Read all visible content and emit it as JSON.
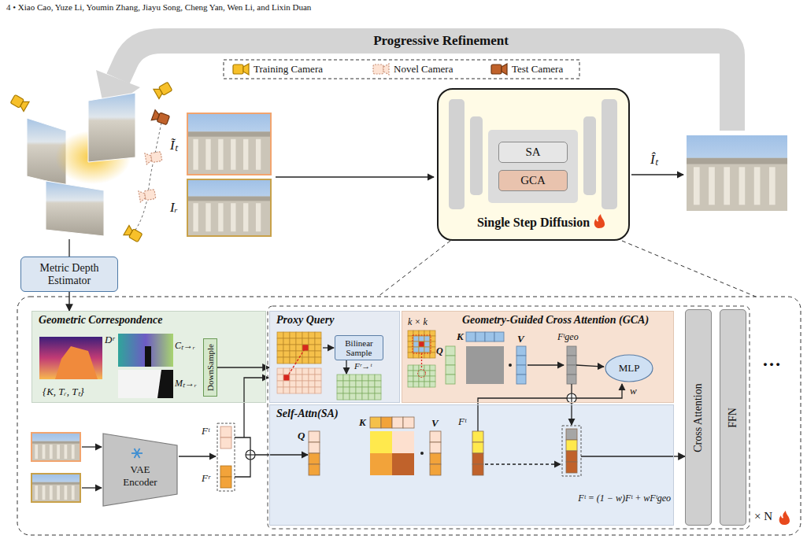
{
  "diagram": {
    "nodes": [
      {
        "text": [
          "Single Step Diffusion"
        ]
      },
      {
        "text": [
          "SA"
        ],
        "in": 0
      },
      {
        "text": [
          "GCA"
        ],
        "in": 0
      },
      {
        "text": [
          "Metric Depth Estimator"
        ]
      },
      {
        "text": [
          "Geometric Correspondence"
        ]
      },
      {
        "text": [
          "DownSample"
        ],
        "in": 4
      },
      {
        "text": [
          "Proxy Query"
        ]
      },
      {
        "text": [
          "Bilinear Sample"
        ],
        "in": 6
      },
      {
        "text": [
          "Geometry-Guided Cross Attention (GCA)"
        ]
      },
      {
        "text": [
          "MLP"
        ],
        "in": 8
      },
      {
        "text": [
          "Self-Attn(SA)"
        ]
      },
      {
        "text": [
          "VAE Encoder"
        ]
      },
      {
        "text": [
          "Cross Attention"
        ]
      },
      {
        "text": [
          "FFN"
        ]
      }
    ],
    "edges": [
      {
        "from": 3,
        "to": 4,
        "arrow": "to"
      },
      {
        "from": 5,
        "to": 6,
        "arrow": "to"
      },
      {
        "from": 10,
        "to": 12,
        "arrow": "to"
      }
    ],
    "labels": [
      "4 • Xiao Cao, Yuze Li, Youmin Zhang, Jiayu Song, Cheng Yan, Wen Li, and Lixin Duan",
      "Progressive Refinement",
      "Ĩₜ",
      "Iᵣ",
      "Îₜ",
      "Dʳ",
      "{K, Tᵣ, Tₜ}",
      "Cₜ→ᵣ",
      "Mₜ→ᵣ",
      "Fʳ→ᵗ",
      "k × k",
      "K",
      "Q",
      "V",
      "Fᵗgeo",
      "w",
      "Fᵗ = (1 − w)Fᵗ + wFᵗgeo",
      "K",
      "Q",
      "V",
      "Fᵗ",
      "Fᵗ",
      "Fʳ",
      "× N",
      "…"
    ],
    "legend": [
      {
        "text": "Training Camera"
      },
      {
        "text": "Novel Camera"
      },
      {
        "text": "Test Camera"
      }
    ]
  }
}
